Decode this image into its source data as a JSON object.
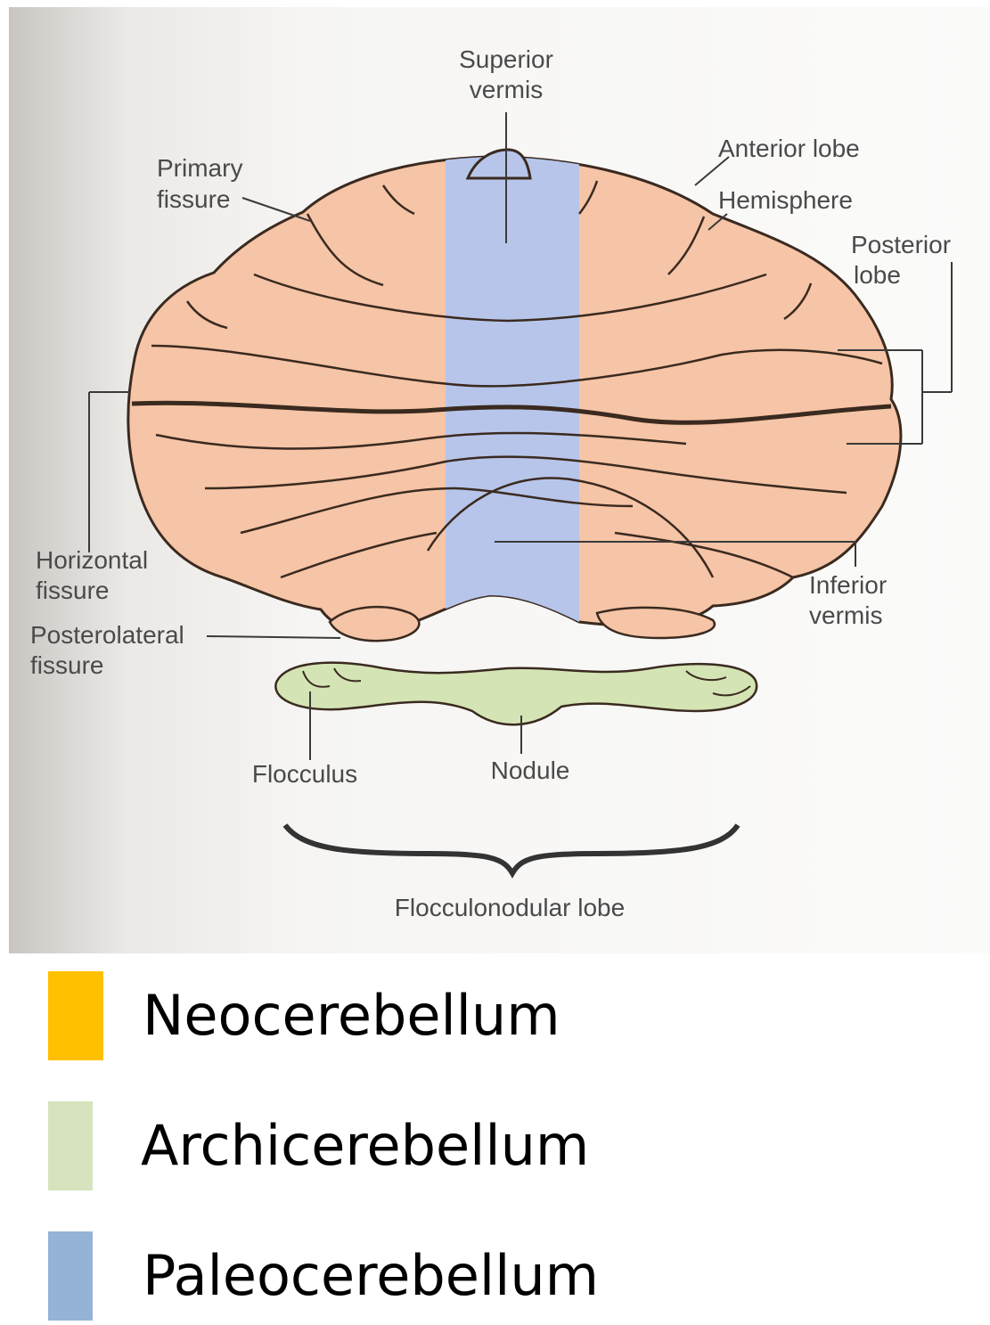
{
  "diagram": {
    "labels": {
      "superior_vermis_line1": "Superior",
      "superior_vermis_line2": "vermis",
      "anterior_lobe": "Anterior lobe",
      "primary_fissure_line1": "Primary",
      "primary_fissure_line2": "fissure",
      "hemisphere": "Hemisphere",
      "posterior_lobe_line1": "Posterior",
      "posterior_lobe_line2": "lobe",
      "horizontal_fissure_line1": "Horizontal",
      "horizontal_fissure_line2": "fissure",
      "inferior_vermis_line1": "Inferior",
      "inferior_vermis_line2": "vermis",
      "posterolateral_fissure_line1": "Posterolateral",
      "posterolateral_fissure_line2": "fissure",
      "flocculus": "Flocculus",
      "nodule": "Nodule",
      "flocculonodular_lobe": "Flocculonodular lobe"
    },
    "colors": {
      "hemisphere_fill": "#f6c4a6",
      "vermis_fill": "#b7c5ea",
      "flocculonodular_fill": "#d4e4b4",
      "outline": "#3a2a20"
    }
  },
  "legend": {
    "items": [
      {
        "label": "Neocerebellum",
        "color": "#ffc000"
      },
      {
        "label": "Archicerebellum",
        "color": "#d6e3bc"
      },
      {
        "label": "Paleocerebellum",
        "color": "#95b3d7"
      }
    ]
  }
}
